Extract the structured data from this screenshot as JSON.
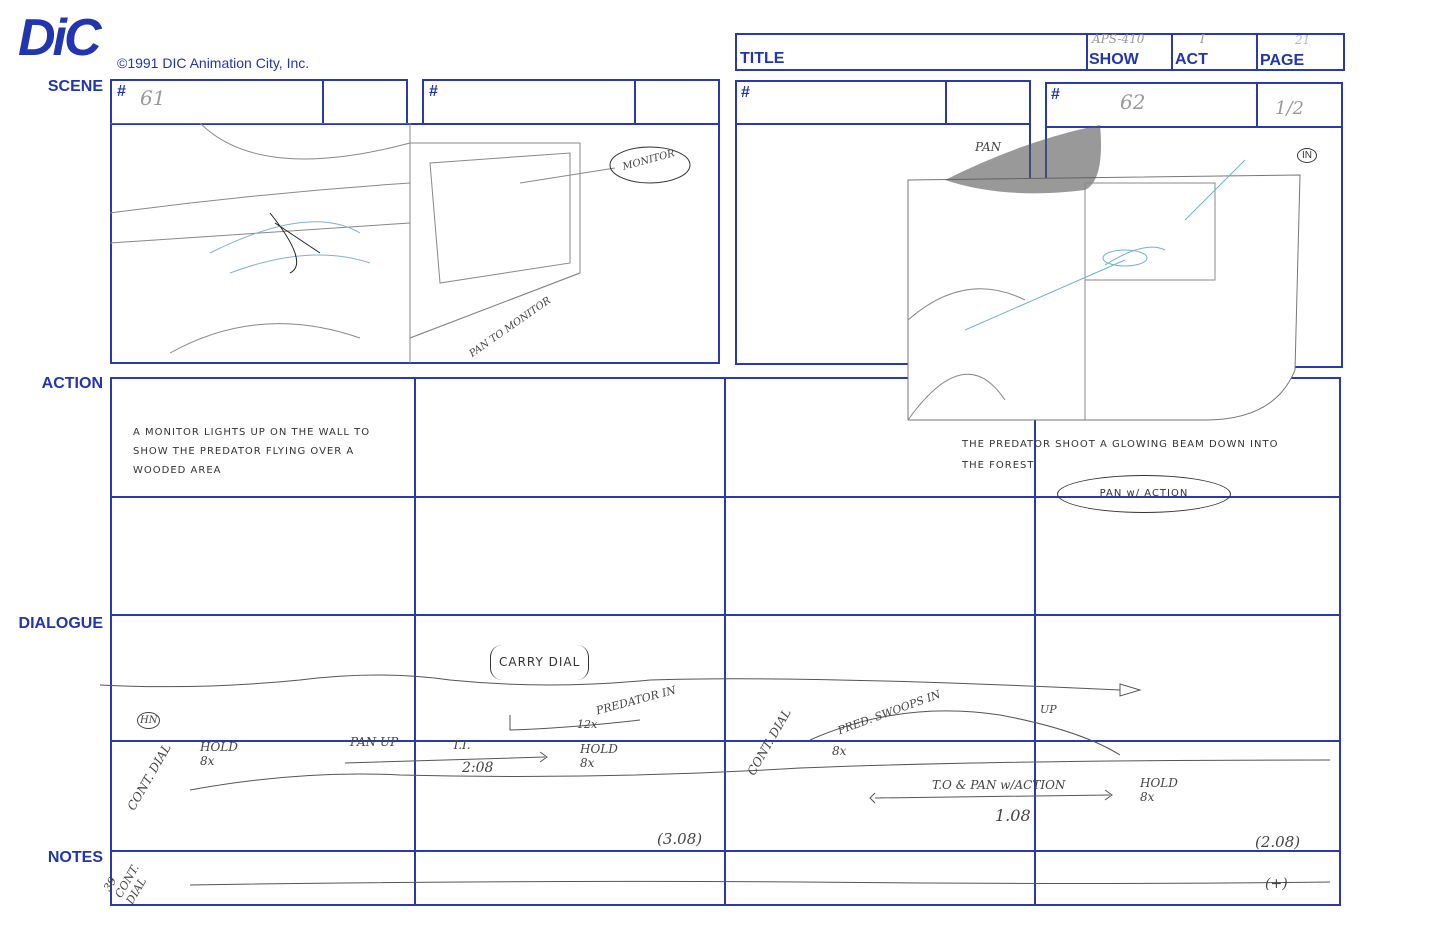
{
  "header": {
    "logo": "DiC",
    "copyright": "©1991 DIC Animation City, Inc.",
    "title_label": "TITLE",
    "show_label": "SHOW",
    "show_value": "APS-410",
    "act_label": "ACT",
    "act_value": "I",
    "page_label": "PAGE",
    "page_value": "21"
  },
  "labels": {
    "scene": "SCENE",
    "action": "ACTION",
    "dialogue": "DIALOGUE",
    "notes": "NOTES"
  },
  "panels": [
    {
      "number_label": "#",
      "scene": "61",
      "extra": ""
    },
    {
      "number_label": "#",
      "scene": "",
      "extra": ""
    },
    {
      "number_label": "#",
      "scene": "",
      "extra": ""
    },
    {
      "number_label": "#",
      "scene": "62",
      "extra": "1/2"
    }
  ],
  "sketch_notes": {
    "monitor": "MONITOR",
    "pan_to_monitor": "PAN TO MONITOR",
    "pan": "PAN",
    "in": "IN"
  },
  "action": {
    "panel1": "A MONITOR LIGHTS UP ON THE WALL TO SHOW THE PREDATOR FLYING OVER A WOODED AREA",
    "panel4": "THE PREDATOR SHOOT A GLOWING BEAM DOWN INTO THE FOREST.",
    "panel4_note": "PAN w/ ACTION"
  },
  "dialogue": {
    "carry_dial": "CARRY DIAL",
    "hn": "HN",
    "predator_in": "PREDATOR IN",
    "twelve_x": "12x",
    "pred_swoops_in": "PRED. SWOOPS IN",
    "up": "UP",
    "eight_x": "8x"
  },
  "timing": {
    "cont_dial_1": "CONT. DIAL",
    "hold_8x": "HOLD 8x",
    "pan_up": "PAN UP",
    "ti": "T.I.",
    "t208": "2:08",
    "hold2": "HOLD 8x",
    "cont_dial_2": "CONT. DIAL",
    "to_pan": "T.O & PAN w/ACTION",
    "t108": "1.08",
    "hold3": "HOLD 8x",
    "total1": "(3.08)",
    "total2": "(2.08)"
  },
  "notes": {
    "cont_dial": "39 CONT. DIAL",
    "mark": "(+)"
  }
}
